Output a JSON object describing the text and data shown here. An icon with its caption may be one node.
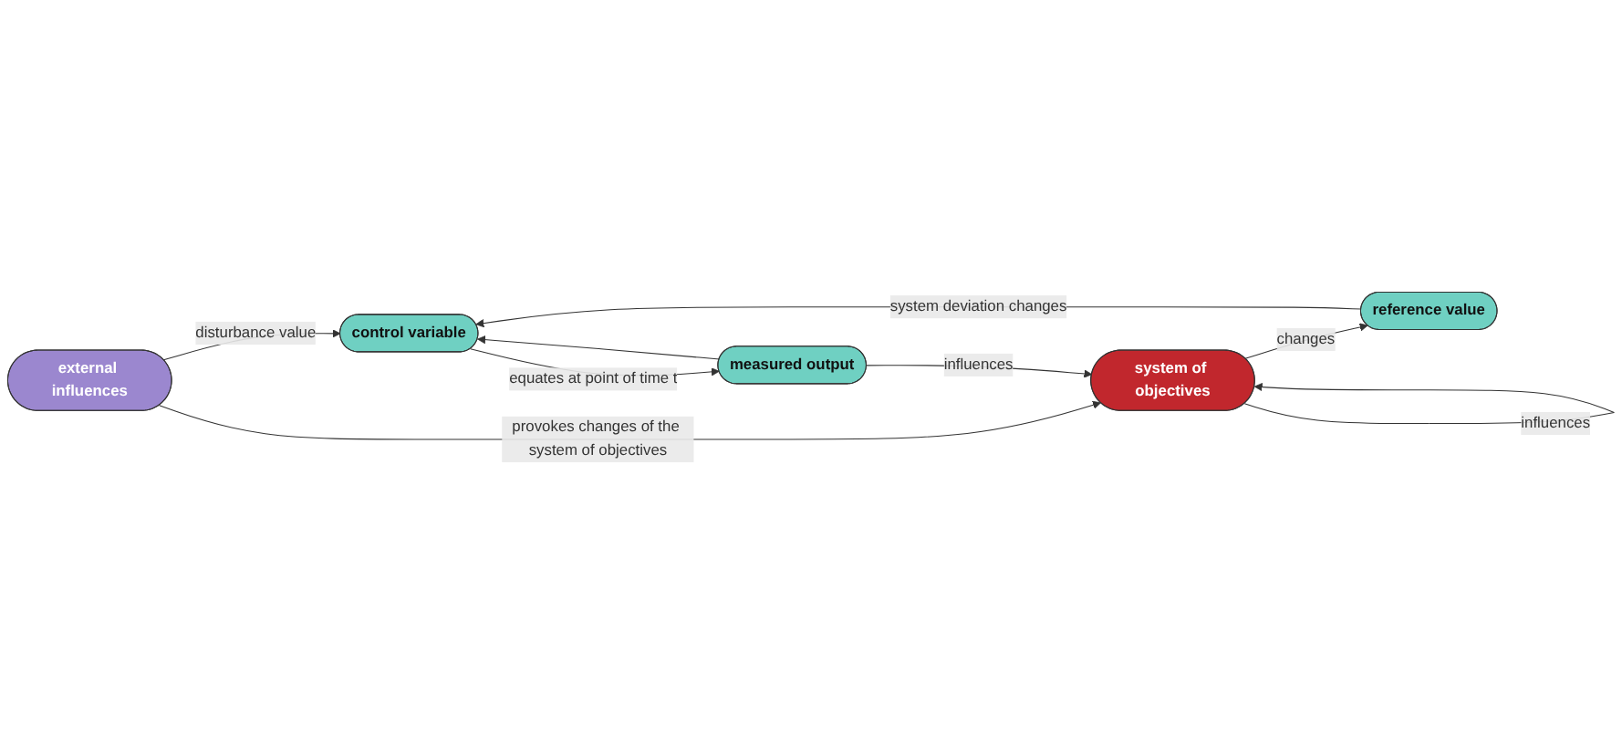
{
  "diagram": {
    "nodes": [
      {
        "text": [
          "external influences"
        ]
      },
      {
        "text": [
          "system of objectives"
        ]
      },
      {
        "text": [
          "reference value"
        ]
      },
      {
        "text": [
          "measured output"
        ]
      },
      {
        "text": [
          "control variable"
        ]
      }
    ],
    "edges": [
      {
        "from": 0,
        "to": 4,
        "arrow": "to",
        "label": "disturbance value"
      },
      {
        "from": 1,
        "to": 1,
        "arrow": "to",
        "label": "influences"
      },
      {
        "from": 0,
        "to": 1,
        "arrow": "to",
        "label": "provokes changes of the system of objectives"
      },
      {
        "from": 1,
        "to": 2,
        "arrow": "to",
        "label": "changes"
      },
      {
        "from": 2,
        "to": 4,
        "arrow": "to",
        "label": "system deviation changes"
      },
      {
        "from": 3,
        "to": 4,
        "arrow": "to"
      },
      {
        "from": 3,
        "to": 1,
        "arrow": "to",
        "label": "influences"
      },
      {
        "from": 4,
        "to": 3,
        "arrow": "to",
        "label": "equates at point of time t"
      }
    ]
  }
}
